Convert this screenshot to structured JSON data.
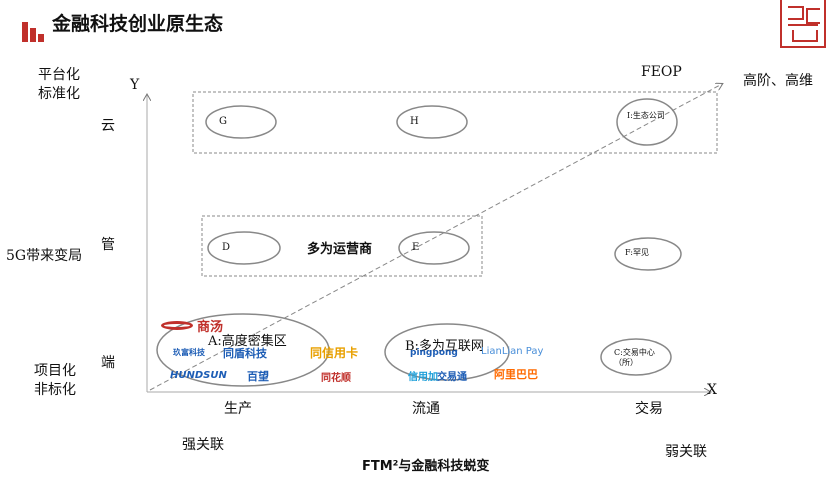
{
  "header": {
    "title": "金融科技创业原生态",
    "brand_color": "#c0302b"
  },
  "axes": {
    "y_label": "Y",
    "x_label": "X"
  },
  "y_side": {
    "top": [
      "平台化",
      "标准化"
    ],
    "mid": "5G带来变局",
    "bottom": [
      "项目化",
      "非标化"
    ]
  },
  "layers": {
    "cloud": "云",
    "pipe": "管",
    "end": "端"
  },
  "stages": {
    "produce": "生产",
    "circulate": "流通",
    "trade": "交易"
  },
  "corners": {
    "top_right": "高阶、高维",
    "feop": "FEOP",
    "strong": "强关联",
    "weak": "弱关联"
  },
  "caption": "FTM²与金融科技蜕变",
  "nodes": {
    "G": "G",
    "H": "H",
    "I": "I:生态公司",
    "D": "D",
    "E": "E",
    "F": "F:罕见",
    "A": "A:高度密集区",
    "B": "B:多为互联网",
    "C": "C:交易中心（所）"
  },
  "operator_note": "多为运营商",
  "logos": {
    "shangtang": "商汤",
    "tongdun": "同盾科技",
    "jiufu": "玖富科技",
    "baiwang": "百望",
    "tongxinyong": "同信用卡",
    "pingpong": "pingpong",
    "lianlian": "LianLian Pay",
    "hundsun": "HUNDSUN",
    "xinyongjia": "信用加",
    "tonghuashun": "同花顺",
    "jiaoyitong": "交易通",
    "alibaba": "阿里巴巴"
  }
}
